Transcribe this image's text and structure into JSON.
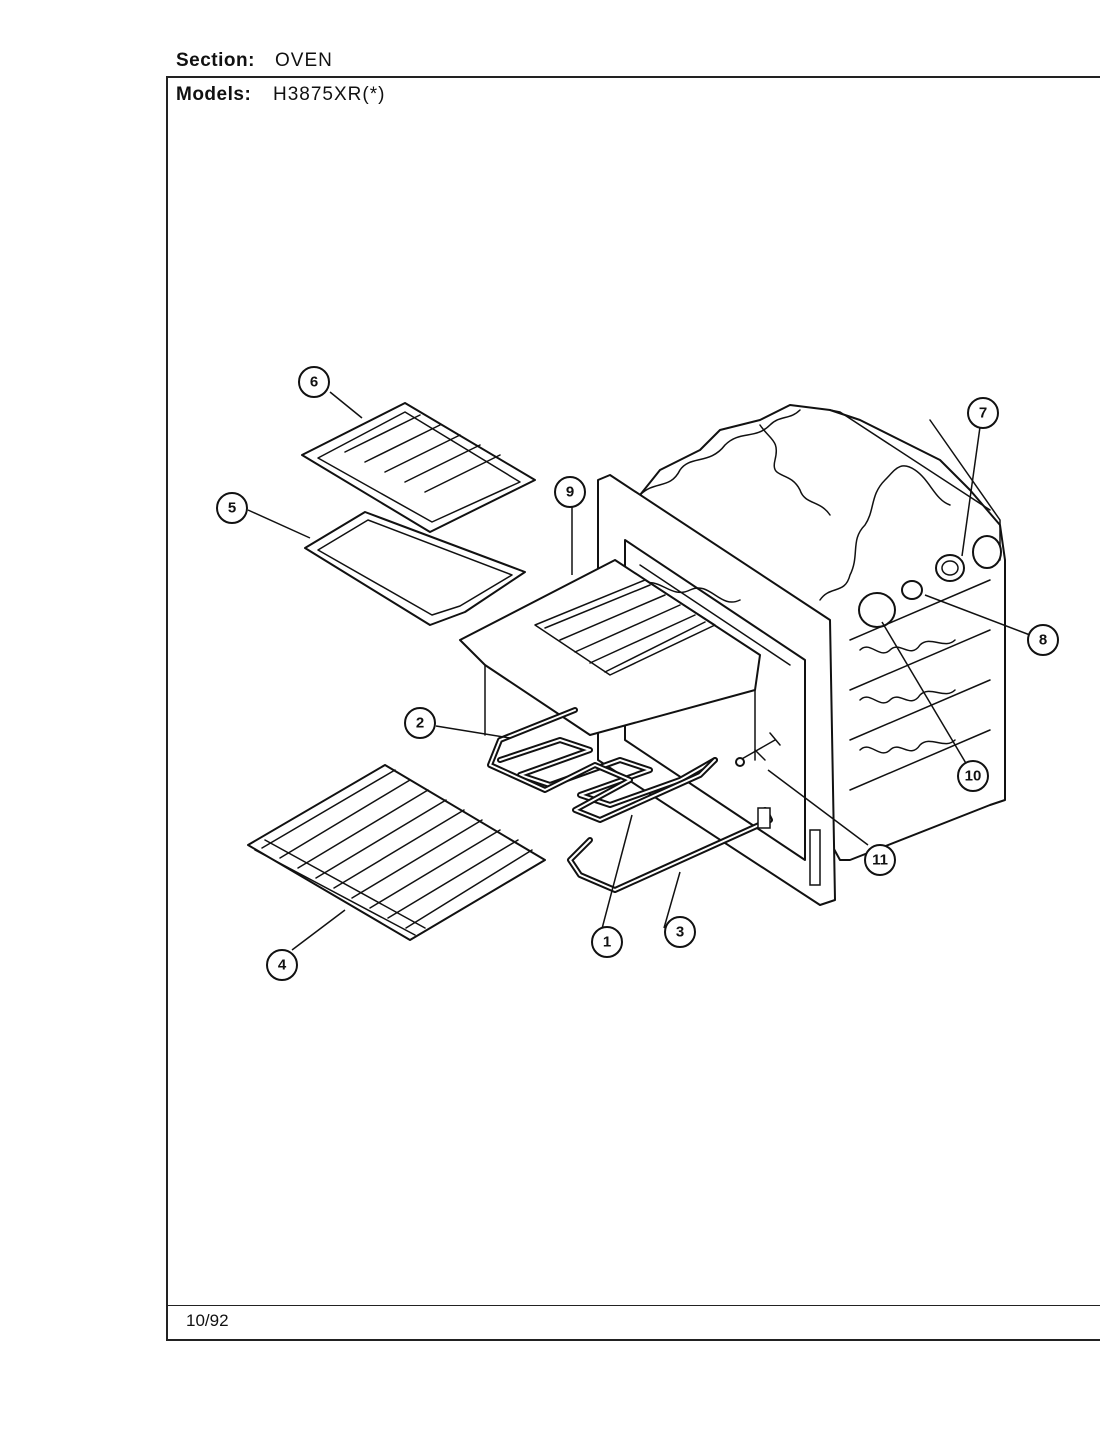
{
  "header": {
    "section_label": "Section:",
    "section_value": "OVEN",
    "models_label": "Models:",
    "models_value": "H3875XR(*)"
  },
  "footer": {
    "date": "10/92"
  },
  "callouts": [
    {
      "number": "1"
    },
    {
      "number": "2"
    },
    {
      "number": "3"
    },
    {
      "number": "4"
    },
    {
      "number": "5"
    },
    {
      "number": "6"
    },
    {
      "number": "7"
    },
    {
      "number": "8"
    },
    {
      "number": "9"
    },
    {
      "number": "10"
    },
    {
      "number": "11"
    }
  ]
}
